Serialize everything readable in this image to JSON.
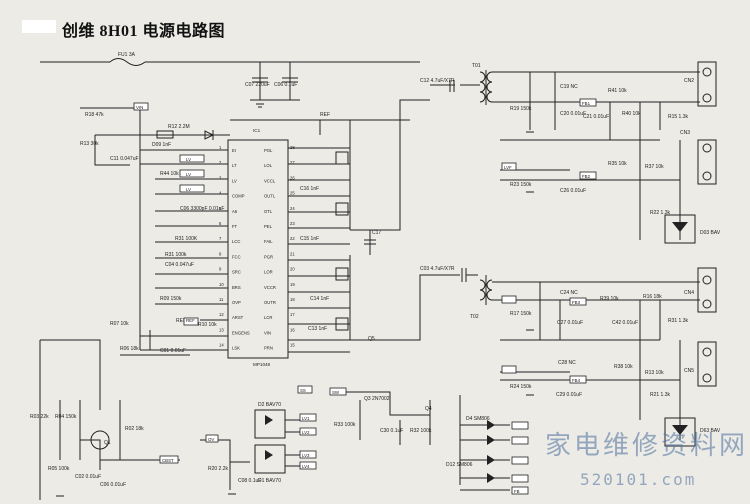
{
  "title": "创维 8H01 电源电路图",
  "watermark": {
    "text": "家电维修资料网",
    "url": "520101.com"
  },
  "components": [
    {
      "id": "fu",
      "text": "FU1 3A"
    },
    {
      "id": "c07",
      "text": "C07 220uF"
    },
    {
      "id": "c06",
      "text": "C06 0.1uF"
    },
    {
      "id": "c12",
      "text": "C12 4.7uF/X7R"
    },
    {
      "id": "t01",
      "text": "T01"
    },
    {
      "id": "c03",
      "text": "C03 4.7uF/X7R"
    },
    {
      "id": "t02",
      "text": "T02"
    },
    {
      "id": "r18",
      "text": "R18 47k"
    },
    {
      "id": "r12",
      "text": "R12 2.2M"
    },
    {
      "id": "d09",
      "text": "D09 1nF"
    },
    {
      "id": "r13",
      "text": "R13 30k"
    },
    {
      "id": "c11",
      "text": "C11 0.047uF"
    },
    {
      "id": "r44",
      "text": "R44 10k"
    },
    {
      "id": "c06b",
      "text": "C06 3300pF 0.01uF"
    },
    {
      "id": "r31",
      "text": "R31 100K"
    },
    {
      "id": "r31b",
      "text": "R31 100k"
    },
    {
      "id": "c04",
      "text": "C04 0.047uF"
    },
    {
      "id": "r09",
      "text": "R09 150k"
    },
    {
      "id": "r10",
      "text": "R10 10k"
    },
    {
      "id": "r07",
      "text": "R07 10k"
    },
    {
      "id": "r06",
      "text": "R06 18k"
    },
    {
      "id": "c01",
      "text": "C01 0.01uF"
    },
    {
      "id": "ref1",
      "text": "REF"
    },
    {
      "id": "ref2",
      "text": "REF"
    },
    {
      "id": "r03",
      "text": "R03 22k"
    },
    {
      "id": "r04",
      "text": "R04 150k"
    },
    {
      "id": "r05",
      "text": "R05 100k"
    },
    {
      "id": "r02",
      "text": "R02 18k"
    },
    {
      "id": "q1",
      "text": "Q1"
    },
    {
      "id": "c02",
      "text": "C02 0.01uF"
    },
    {
      "id": "c06c",
      "text": "C06 0.01uF"
    },
    {
      "id": "r20",
      "text": "R20 2.2k"
    },
    {
      "id": "c08",
      "text": "C08 0.1uF"
    },
    {
      "id": "d2",
      "text": "D2 BAV70"
    },
    {
      "id": "d1",
      "text": "D1 BAV70"
    },
    {
      "id": "r33",
      "text": "R33 100k"
    },
    {
      "id": "c30",
      "text": "C30 0.1uF"
    },
    {
      "id": "q3",
      "text": "Q3 2N7002"
    },
    {
      "id": "q4",
      "text": "Q4"
    },
    {
      "id": "r32",
      "text": "R32 100k"
    },
    {
      "id": "d4",
      "text": "D4 SM806"
    },
    {
      "id": "d12",
      "text": "D12 SM806"
    },
    {
      "id": "c16",
      "text": "C16 1nF"
    },
    {
      "id": "c15",
      "text": "C15 1nF"
    },
    {
      "id": "c17",
      "text": "C17"
    },
    {
      "id": "c14",
      "text": "C14 1nF"
    },
    {
      "id": "c13",
      "text": "C13 1nF"
    },
    {
      "id": "q5",
      "text": "Q5"
    },
    {
      "id": "r19",
      "text": "R19 150k"
    },
    {
      "id": "c19",
      "text": "C19 NC"
    },
    {
      "id": "c20",
      "text": "C20 0.01uF"
    },
    {
      "id": "r41",
      "text": "R41 10k"
    },
    {
      "id": "c21",
      "text": "C21 0.01uF"
    },
    {
      "id": "r40",
      "text": "R40 10k"
    },
    {
      "id": "r15",
      "text": "R15 1.3k"
    },
    {
      "id": "r35",
      "text": "R35 10k"
    },
    {
      "id": "r37",
      "text": "R37 10k"
    },
    {
      "id": "r22",
      "text": "R22 1.3k"
    },
    {
      "id": "d03",
      "text": "D03 BAV"
    },
    {
      "id": "r23",
      "text": "R23 150k"
    },
    {
      "id": "c26",
      "text": "C26 0.01uF"
    },
    {
      "id": "r16",
      "text": "R16 18k"
    },
    {
      "id": "r17",
      "text": "R17 150k"
    },
    {
      "id": "c24",
      "text": "C24 NC"
    },
    {
      "id": "c27",
      "text": "C27 0.01uF"
    },
    {
      "id": "r39",
      "text": "R39 10k"
    },
    {
      "id": "c42",
      "text": "C42 0.01uF"
    },
    {
      "id": "r31c",
      "text": "R31 1.3k"
    },
    {
      "id": "r24",
      "text": "R24 150k"
    },
    {
      "id": "c28",
      "text": "C28 NC"
    },
    {
      "id": "c29",
      "text": "C29 0.01uF"
    },
    {
      "id": "r38",
      "text": "R38 10k"
    },
    {
      "id": "r13b",
      "text": "R13 10k"
    },
    {
      "id": "r21",
      "text": "R21 1.3k"
    },
    {
      "id": "d63",
      "text": "D63 BAV"
    }
  ],
  "connectors": [
    {
      "id": "cn2",
      "text": "CN2"
    },
    {
      "id": "cn3",
      "text": "CN3"
    },
    {
      "id": "cn4",
      "text": "CN4"
    },
    {
      "id": "cn5",
      "text": "CN5"
    }
  ],
  "ic": {
    "id": "IC1",
    "part": "MP1048",
    "left_pins": [
      {
        "n": "1",
        "name": "EI"
      },
      {
        "n": "2",
        "name": "LT"
      },
      {
        "n": "3",
        "name": "LV"
      },
      {
        "n": "4",
        "name": "COMP"
      },
      {
        "n": "5",
        "name": "A6"
      },
      {
        "n": "6",
        "name": "FT"
      },
      {
        "n": "7",
        "name": "LCC"
      },
      {
        "n": "8",
        "name": "FCC"
      },
      {
        "n": "9",
        "name": "SRC"
      },
      {
        "n": "10",
        "name": "BRS"
      },
      {
        "n": "11",
        "name": "OVP"
      },
      {
        "n": "12",
        "name": "ARST"
      },
      {
        "n": "13",
        "name": "ENGENS"
      },
      {
        "n": "14",
        "name": "LSK"
      }
    ],
    "right_pins": [
      {
        "n": "28",
        "name": "POL"
      },
      {
        "n": "27",
        "name": "LOL"
      },
      {
        "n": "26",
        "name": "VCCL"
      },
      {
        "n": "25",
        "name": "OUTL"
      },
      {
        "n": "24",
        "name": "OTL"
      },
      {
        "n": "23",
        "name": "PEL"
      },
      {
        "n": "22",
        "name": "FAIL"
      },
      {
        "n": "21",
        "name": "PGR"
      },
      {
        "n": "20",
        "name": "LOR"
      },
      {
        "n": "19",
        "name": "VCCR"
      },
      {
        "n": "18",
        "name": "OUTR"
      },
      {
        "n": "17",
        "name": "LCR"
      },
      {
        "n": "16",
        "name": "VIN"
      },
      {
        "n": "15",
        "name": "PRN"
      }
    ]
  },
  "net_tags": [
    {
      "id": "vin",
      "text": "VIN"
    },
    {
      "id": "ref",
      "text": "REF"
    },
    {
      "id": "lv_a",
      "text": "LV"
    },
    {
      "id": "lv_b",
      "text": "LV"
    },
    {
      "id": "lv_c",
      "text": "LV"
    },
    {
      "id": "lv1",
      "text": "LV1"
    },
    {
      "id": "lv2",
      "text": "LV2"
    },
    {
      "id": "lv3",
      "text": "LV3"
    },
    {
      "id": "lv4",
      "text": "LV4"
    },
    {
      "id": "lvf",
      "text": "LVF"
    },
    {
      "id": "fb1",
      "text": "FB1"
    },
    {
      "id": "fb2",
      "text": "FB2"
    },
    {
      "id": "fb3",
      "text": "FB3"
    },
    {
      "id": "fb4",
      "text": "FB4"
    },
    {
      "id": "fb_bot",
      "text": "FB"
    },
    {
      "id": "ov",
      "text": "OV"
    },
    {
      "id": "cbst",
      "text": "CBST"
    },
    {
      "id": "ss",
      "text": "SS"
    },
    {
      "id": "sw",
      "text": "SW"
    }
  ]
}
